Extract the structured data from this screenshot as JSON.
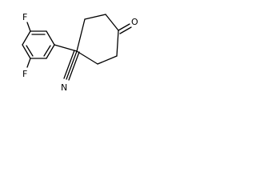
{
  "molecule": {
    "atoms": {
      "fluorine_top": "F",
      "fluorine_bottom": "F",
      "oxygen": "O",
      "nitrile_nitrogen": "N"
    }
  }
}
